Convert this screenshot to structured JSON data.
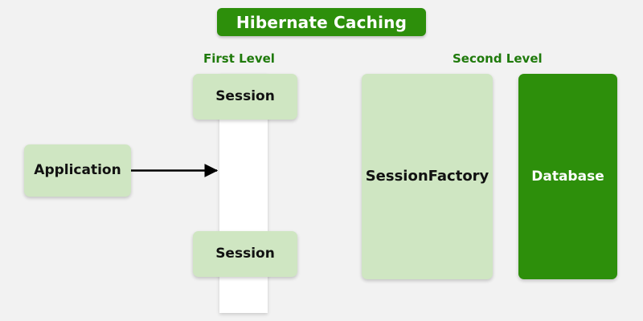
{
  "diagram": {
    "title": "Hibernate Caching",
    "background_color": "#f2f2f2",
    "accent_dark_green": "#2d8f0b",
    "accent_light_green": "#cfe6c2",
    "caption_color": "#1f7a0b",
    "captions": {
      "first_level": "First Level",
      "second_level": "Second Level"
    },
    "nodes": {
      "application": "Application",
      "session_top": "Session",
      "session_bottom": "Session",
      "session_factory": "SessionFactory",
      "database": "Database"
    },
    "connector": {
      "from": "Application",
      "to": "Session",
      "style": "solid-arrow",
      "color": "#000000"
    }
  }
}
